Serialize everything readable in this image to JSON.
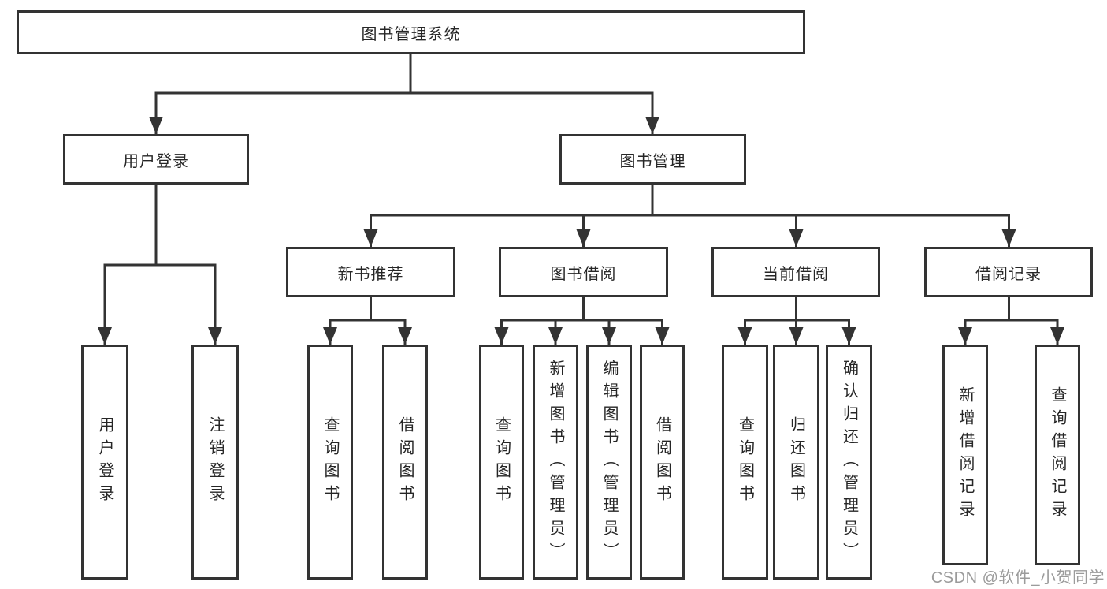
{
  "diagram": {
    "root": {
      "label": "图书管理系统"
    },
    "level2": [
      {
        "label": "用户登录"
      },
      {
        "label": "图书管理"
      }
    ],
    "level3": [
      {
        "label": "新书推荐"
      },
      {
        "label": "图书借阅"
      },
      {
        "label": "当前借阅"
      },
      {
        "label": "借阅记录"
      }
    ],
    "leaves": {
      "user_login": [
        {
          "label": "用户登录"
        },
        {
          "label": "注销登录"
        }
      ],
      "new_book": [
        {
          "label": "查询图书"
        },
        {
          "label": "借阅图书"
        }
      ],
      "book_borrow": [
        {
          "label": "查询图书"
        },
        {
          "label": "新增图书（管理员）"
        },
        {
          "label": "编辑图书（管理员）"
        },
        {
          "label": "借阅图书"
        }
      ],
      "current_borrow": [
        {
          "label": "查询图书"
        },
        {
          "label": "归还图书"
        },
        {
          "label": "确认归还（管理员）"
        }
      ],
      "borrow_records": [
        {
          "label": "新增借阅记录"
        },
        {
          "label": "查询借阅记录"
        }
      ]
    },
    "watermark": "CSDN @软件_小贺同学",
    "colors": {
      "line": "#333333",
      "text": "#262626",
      "watermark": "#9b9b9b",
      "background": "#ffffff"
    }
  }
}
